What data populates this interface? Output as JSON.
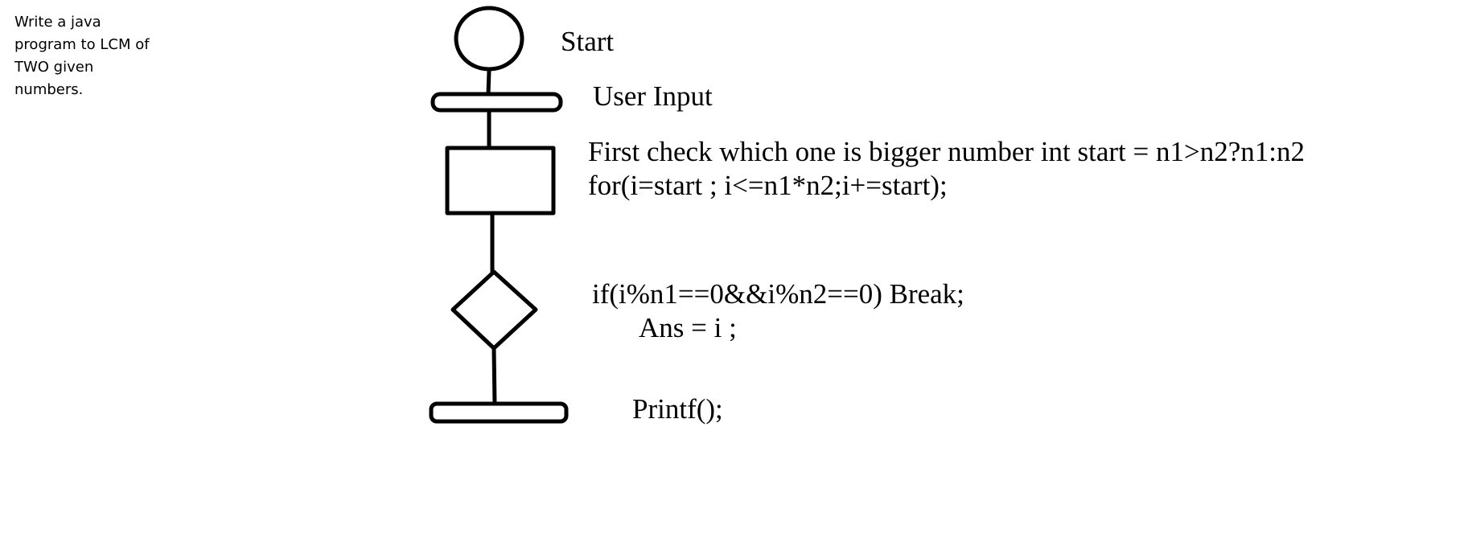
{
  "task_note": {
    "lines": [
      "Write a java",
      "program to LCM of",
      "TWO given",
      "numbers."
    ]
  },
  "flowchart": {
    "start": {
      "label": "Start"
    },
    "input": {
      "label": "User Input"
    },
    "process": {
      "lines": [
        "First check which one is bigger number int start = n1>n2?n1:n2",
        "for(i=start ; i<=n1*n2;i+=start);"
      ]
    },
    "decision": {
      "lines": [
        "if(i%n1==0&&i%n2==0)  Break;",
        "Ans = i ;"
      ]
    },
    "output": {
      "label": "Printf();"
    }
  }
}
